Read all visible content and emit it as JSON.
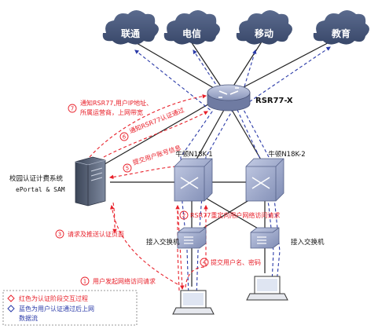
{
  "colors": {
    "cloud": "#4a5a7a",
    "auth_flow": "#e8202a",
    "data_flow": "#2a3aa8",
    "router_body": "#9aa6c8",
    "switch_body": "#a4aed0"
  },
  "clouds": [
    "联通",
    "电信",
    "移动",
    "教育"
  ],
  "devices": {
    "router": "RSR77-X",
    "core1": "牛顿N18K-1",
    "core2": "牛顿N18K-2",
    "access1": "接入交换机",
    "access2": "接入交换机",
    "server_title": "校园认证计费系统",
    "server_sub": "ePortal & SAM"
  },
  "steps": [
    {
      "num": "1",
      "text": "用户发起网络访问请求"
    },
    {
      "num": "2",
      "text": "RSR77重定向用户网络访问请求"
    },
    {
      "num": "3",
      "text": "请求及推送认证页面"
    },
    {
      "num": "4",
      "text": "提交用户名、密码"
    },
    {
      "num": "5",
      "text": "提交用户账号信息"
    },
    {
      "num": "6",
      "text": "通知RSR77认证通过"
    },
    {
      "num": "7",
      "text": "通知RSR77,用户IP地址、",
      "text2": "所属运营商，上网带宽"
    }
  ],
  "legend": {
    "red": "红色为认证阶段交互过程",
    "blue_line1": "蓝色为用户认证通过后上网",
    "blue_line2": "数据流",
    "icons": [
      "diamond-icon",
      "diamond-icon"
    ]
  }
}
